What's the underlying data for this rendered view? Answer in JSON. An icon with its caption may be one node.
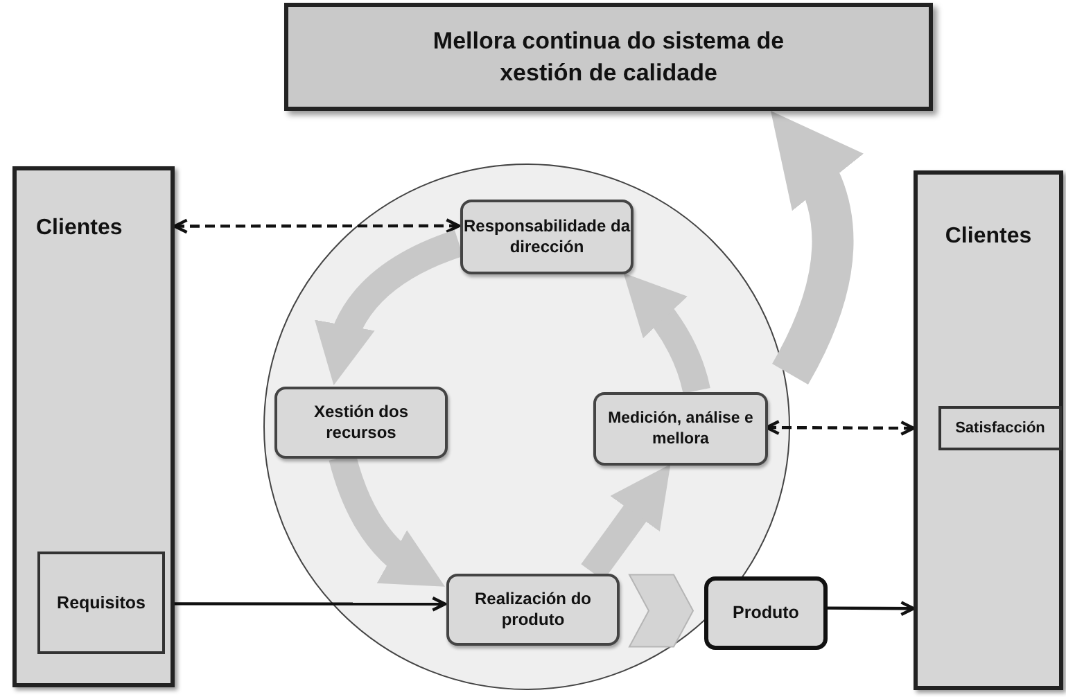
{
  "diagram": {
    "nodes": [
      {
        "text": [
          "Mellora continua do sistema de xestión de calidade"
        ]
      },
      {
        "text": [
          "Clientes"
        ]
      },
      {
        "text": [
          "Requisitos"
        ],
        "in": 1
      },
      {
        "text": [],
        "shape": "circle"
      },
      {
        "text": [
          "Responsabilidade da dirección"
        ],
        "in": 3
      },
      {
        "text": [
          "Xestión dos recursos"
        ],
        "in": 3
      },
      {
        "text": [
          "Medición, análise e mellora"
        ],
        "in": 3
      },
      {
        "text": [
          "Realización do produto"
        ],
        "in": 3
      },
      {
        "text": [
          "Produto"
        ]
      },
      {
        "text": [
          "Clientes"
        ]
      },
      {
        "text": [
          "Satisfacción"
        ],
        "in": 9
      }
    ],
    "edges": [
      {
        "from": 1,
        "to": 4,
        "arrow": "both",
        "style": "dashed",
        "color": "#111111"
      },
      {
        "from": 2,
        "to": 7,
        "arrow": "to",
        "color": "#111111"
      },
      {
        "from": 6,
        "to": 9,
        "arrow": "both",
        "style": "dashed",
        "color": "#111111"
      },
      {
        "from": 8,
        "to": 9,
        "arrow": "to",
        "color": "#111111"
      },
      {
        "from": 4,
        "to": 5,
        "arrow": "to"
      },
      {
        "from": 5,
        "to": 7,
        "arrow": "to"
      },
      {
        "from": 7,
        "to": 6,
        "arrow": "to"
      },
      {
        "from": 6,
        "to": 4,
        "arrow": "to"
      },
      {
        "from": 3,
        "to": 0,
        "arrow": "to"
      },
      {
        "from": 7,
        "to": 8,
        "arrow": "to"
      }
    ]
  }
}
